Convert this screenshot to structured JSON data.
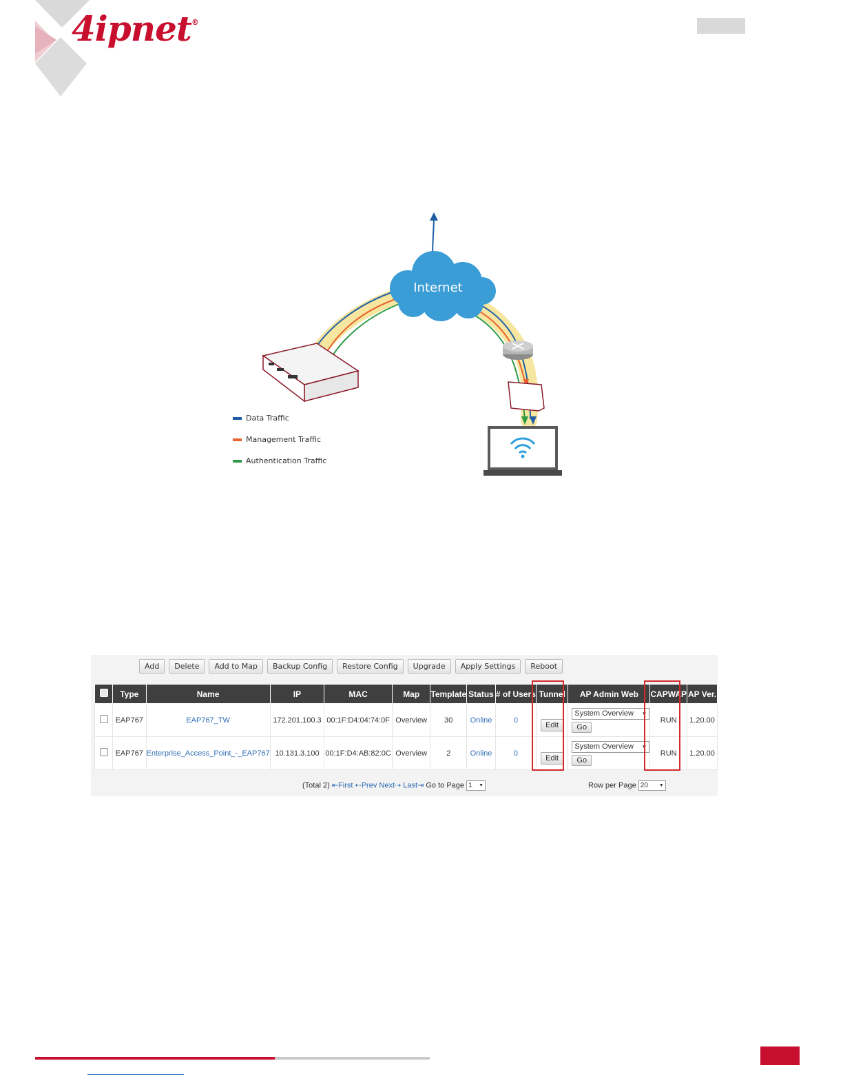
{
  "brand": {
    "name": "4ipnet",
    "registered": "®",
    "accent_color": "#c8102e"
  },
  "diagram": {
    "cloud_label": "Internet",
    "legend": [
      {
        "label": "Data Traffic",
        "color": "#1f5fa6"
      },
      {
        "label": "Management Traffic",
        "color": "#e8622c"
      },
      {
        "label": "Authentication Traffic",
        "color": "#2e9a45"
      }
    ],
    "icons": [
      "controller-appliance-icon",
      "router-icon",
      "access-point-icon",
      "laptop-wifi-icon"
    ]
  },
  "ap_table": {
    "toolbar": [
      "Add",
      "Delete",
      "Add to Map",
      "Backup Config",
      "Restore Config",
      "Upgrade",
      "Apply Settings",
      "Reboot"
    ],
    "columns": [
      "Type",
      "Name",
      "IP",
      "MAC",
      "Map",
      "Template",
      "Status",
      "# of Users",
      "Tunnel",
      "AP Admin Web",
      "CAPWAP",
      "AP Ver."
    ],
    "rows": [
      {
        "type": "EAP767",
        "name": "EAP767_TW",
        "ip": "172.201.100.3",
        "mac": "00:1F:D4:04:74:0F",
        "map": "Overview",
        "template": "30",
        "status": "Online",
        "users": "0",
        "tunnel": "Edit",
        "admin_web": "System Overview",
        "go": "Go",
        "capwap": "RUN",
        "ap_ver": "1.20.00"
      },
      {
        "type": "EAP767",
        "name": "Enterprise_Access_Point_-_EAP767",
        "ip": "10.131.3.100",
        "mac": "00:1F:D4:AB:82:0C",
        "map": "Overview",
        "template": "2",
        "status": "Online",
        "users": "0",
        "tunnel": "Edit",
        "admin_web": "System Overview",
        "go": "Go",
        "capwap": "RUN",
        "ap_ver": "1.20.00"
      }
    ],
    "pager": {
      "total": "(Total 2)",
      "first": "⇤First",
      "prev": "⇠Prev",
      "next": "Next⇢",
      "last": "Last⇥",
      "goto_label": "Go to Page",
      "page": "1",
      "rows_label": "Row per Page",
      "rows_value": "20"
    }
  }
}
